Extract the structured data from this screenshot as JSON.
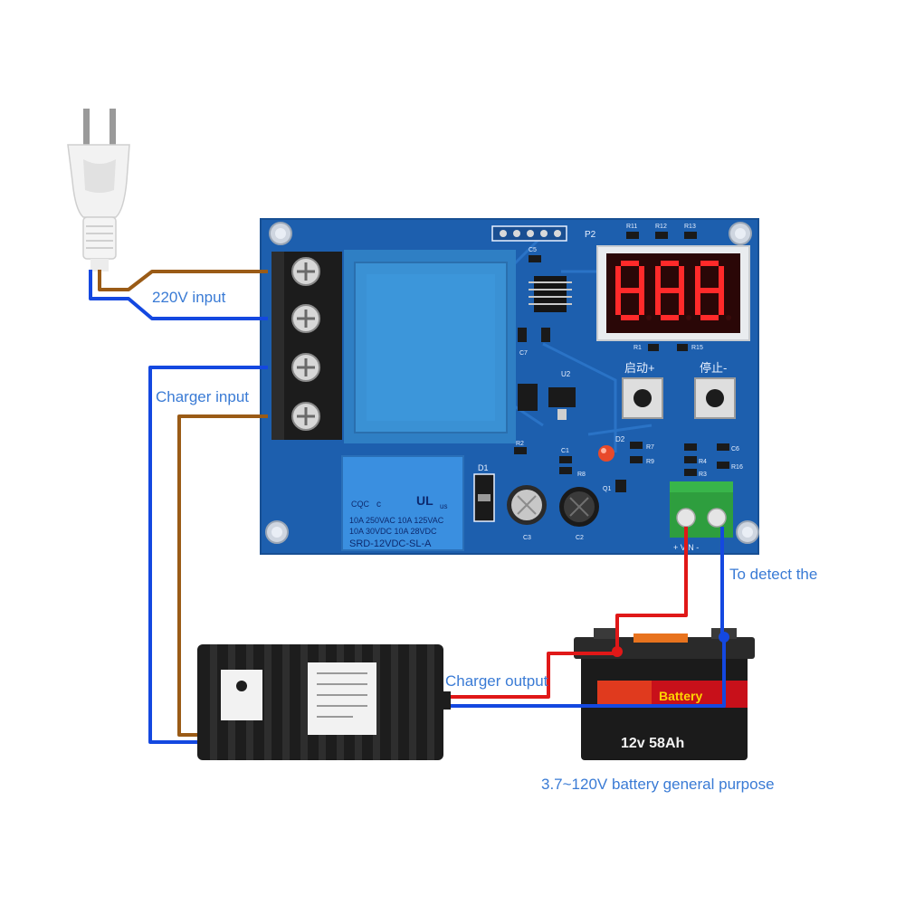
{
  "labels": {
    "ac_input": "220V input",
    "charger_input": "Charger input",
    "detect": "To detect the",
    "charger_output": "Charger output",
    "battery_caption": "3.7~120V battery general purpose"
  },
  "board": {
    "header_label": "P2",
    "start_button": "启动+",
    "stop_button": "停止-",
    "vin_label": "+ VIN -",
    "display_digits": "888",
    "relay_lines": [
      "10A 250VAC  10A 125VAC",
      "10A  30VDC  10A  28VDC",
      "SRD-12VDC-SL-A"
    ],
    "relay_marks": [
      "CQC",
      "c",
      "UL",
      "us"
    ],
    "component_refs": [
      "D1",
      "U2",
      "D2",
      "C3",
      "C2",
      "R2",
      "C1",
      "R8",
      "R7",
      "R9",
      "R4",
      "R3",
      "R16",
      "C6",
      "R1",
      "R15",
      "C5",
      "C7",
      "R11",
      "R12",
      "R13",
      "Q1"
    ]
  },
  "battery": {
    "rating_text": "12v 58Ah",
    "brand_text": "Battery"
  },
  "colors": {
    "board": "#1d5fae",
    "wire_brown": "#9a5b16",
    "wire_blue": "#1448e0",
    "wire_red": "#e01818",
    "label_blue": "#3a7bd5"
  }
}
